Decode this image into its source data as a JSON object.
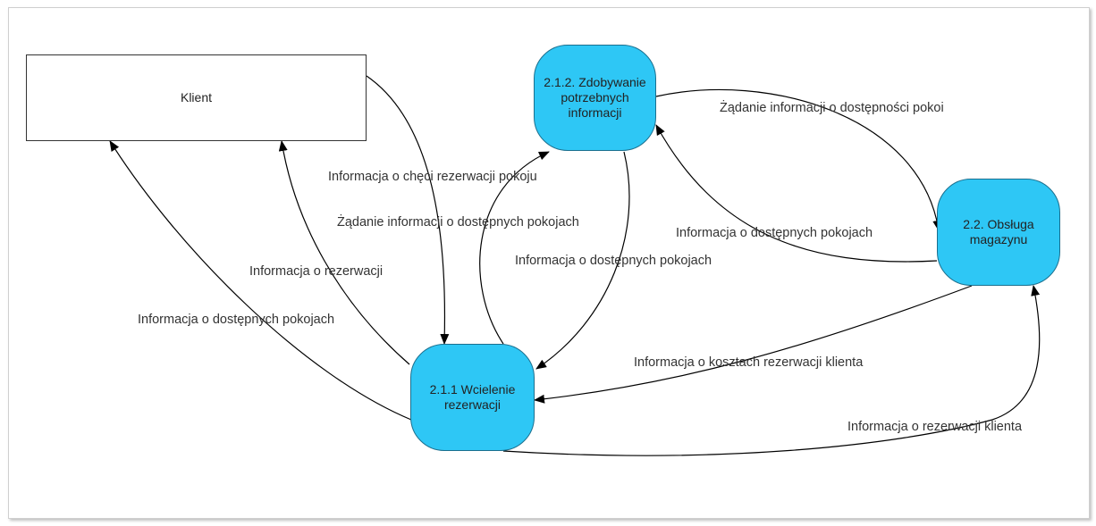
{
  "nodes": {
    "client": "Klient",
    "p212": "2.1.2. Zdobywanie potrzebnych informacji",
    "p22": "2.2. Obsługa magazynu",
    "p211": "2.1.1 Wcielenie rezerwacji"
  },
  "flows": {
    "f1": "Informacja o chęci rezerwacji pokoju",
    "f2": "Żądanie informacji o dostępnych pokojach",
    "f3": "Informacja o dostępnych pokojach",
    "f4": "Informacja o rezerwacji",
    "f5": "Informacja o dostępnych pokojach",
    "f6": "Żądanie informacji o dostępności pokoi",
    "f7": "Informacja o dostępnych pokojach",
    "f8": "Informacja o kosztach rezerwacji klienta",
    "f9": "Informacja o rezerwacji klienta"
  }
}
